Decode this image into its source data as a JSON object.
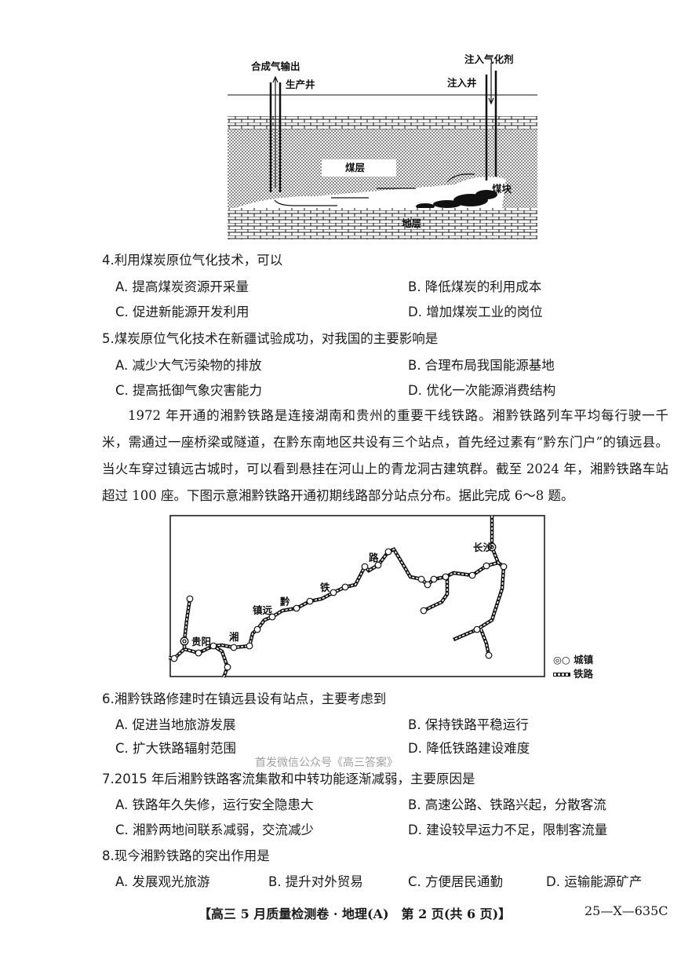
{
  "diagram": {
    "labels": {
      "syngas_output": "合成气输出",
      "production_well": "生产井",
      "inject_agent": "注入气化剂",
      "injection_well": "注入井",
      "coal_seam": "煤层",
      "coal_block": "煤块",
      "stratum": "地层"
    }
  },
  "questions": [
    {
      "number": "4.",
      "stem": "利用煤炭原位气化技术，可以",
      "options": [
        "A. 提高煤炭资源开采量",
        "B. 降低煤炭的利用成本",
        "C. 促进新能源开发利用",
        "D. 增加煤炭工业的岗位"
      ]
    },
    {
      "number": "5.",
      "stem": "煤炭原位气化技术在新疆试验成功，对我国的主要影响是",
      "options": [
        "A. 减少大气污染物的排放",
        "B. 合理布局我国能源基地",
        "C. 提高抵御气象灾害能力",
        "D. 优化一次能源消费结构"
      ]
    },
    {
      "number": "6.",
      "stem": "湘黔铁路修建时在镇远县设有站点，主要考虑到",
      "options": [
        "A. 促进当地旅游发展",
        "B. 保持铁路平稳运行",
        "C. 扩大铁路辐射范围",
        "D. 降低铁路建设难度"
      ]
    },
    {
      "number": "7.",
      "stem": "2015 年后湘黔铁路客流集散和中转功能逐渐减弱，主要原因是",
      "options": [
        "A. 铁路年久失修，运行安全隐患大",
        "B. 高速公路、铁路兴起，分散客流",
        "C. 湘黔两地间联系减弱，交流减少",
        "D. 建设较早运力不足，限制客流量"
      ]
    },
    {
      "number": "8.",
      "stem": "现今湘黔铁路的突出作用是",
      "options": [
        "A. 发展观光旅游",
        "B. 提升对外贸易",
        "C. 方便居民通勤",
        "D. 运输能源矿产"
      ]
    }
  ],
  "passage": "1972 年开通的湘黔铁路是连接湖南和贵州的重要干线铁路。湘黔铁路列车平均每行驶一千米，需通过一座桥梁或隧道，在黔东南地区共设有三个站点，首先经过素有“黔东门户”的镇远县。当火车穿过镇远古城时，可以看到悬挂在河山上的青龙洞古建筑群。截至 2024 年，湘黔铁路车站超过 100 座。下图示意湘黔铁路开通初期线路部分站点分布。据此完成 6～8 题。",
  "map": {
    "labels": {
      "guiyang": "贵阳",
      "changsha": "长沙",
      "zhenyuan": "镇远",
      "xiang": "湘",
      "qian": "黔",
      "tie": "铁",
      "lu": "路"
    },
    "legend": {
      "town": "城镇",
      "railway": "铁路"
    }
  },
  "watermark": "首发微信公众号《高三答案》",
  "footer": {
    "title": "【高三 5 月质量检测卷 · 地理(A)　第 2 页(共 6 页)】",
    "code": "25—X—635C"
  }
}
